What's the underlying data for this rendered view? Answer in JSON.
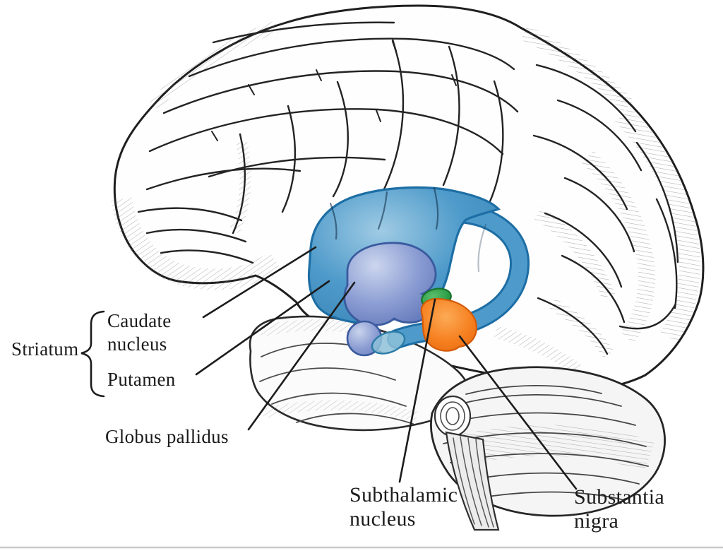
{
  "figure": {
    "title": "Basal ganglia shown within a lateral view of the human brain",
    "background": "#ffffff"
  },
  "colors": {
    "caudate_putamen_blue": "#4695c8",
    "caudate_light_blue": "#9fcbe4",
    "blue_outline": "#1d6ea5",
    "globus_pallidus_slate": "#8b9dd3",
    "globus_pallidus_light": "#ccd6ee",
    "globus_pallidus_outline": "#3a5a9e",
    "subthalamic_green": "#2da049",
    "substantia_nigra_orange": "#f68020",
    "ink": "#1c1c1c"
  },
  "labels": {
    "striatum": "Striatum",
    "caudate_nucleus": "Caudate nucleus",
    "putamen": "Putamen",
    "globus_pallidus": "Globus pallidus",
    "subthalamic_nucleus": "Subthalamic nucleus",
    "substantia_nigra": "Substantia nigra"
  }
}
